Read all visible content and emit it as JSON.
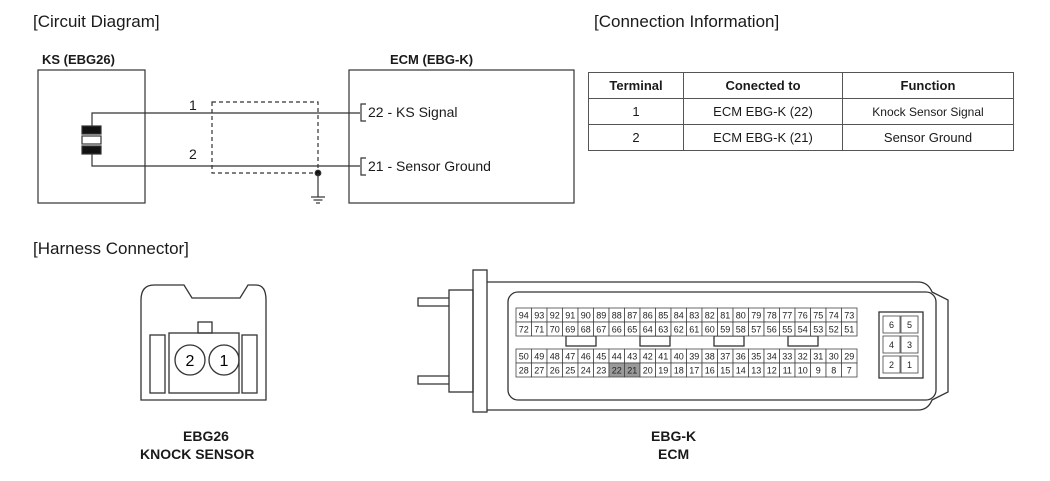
{
  "sections": {
    "circuit": "[Circuit Diagram]",
    "connection": "[Connection Information]",
    "harness": "[Harness Connector]"
  },
  "circuit": {
    "ks_label": "KS (EBG26)",
    "ecm_label": "ECM (EBG-K)",
    "pin1": "1",
    "pin2": "2",
    "ecm_terminal_22": "22 - KS Signal",
    "ecm_terminal_21": "21 - Sensor Ground"
  },
  "table": {
    "headers": [
      "Terminal",
      "Conected to",
      "Function"
    ],
    "rows": [
      [
        "1",
        "ECM EBG-K (22)",
        "Knock Sensor Signal"
      ],
      [
        "2",
        "ECM EBG-K (21)",
        "Sensor Ground"
      ]
    ]
  },
  "harness": {
    "ks_pins": [
      "2",
      "1"
    ],
    "ks_code": "EBG26",
    "ks_name": "KNOCK SENSOR",
    "ecm_code": "EBG-K",
    "ecm_name": "ECM",
    "ecm_rows": [
      [
        "94",
        "93",
        "92",
        "91",
        "90",
        "89",
        "88",
        "87",
        "86",
        "85",
        "84",
        "83",
        "82",
        "81",
        "80",
        "79",
        "78",
        "77",
        "76",
        "75",
        "74",
        "73"
      ],
      [
        "72",
        "71",
        "70",
        "69",
        "68",
        "67",
        "66",
        "65",
        "64",
        "63",
        "62",
        "61",
        "60",
        "59",
        "58",
        "57",
        "56",
        "55",
        "54",
        "53",
        "52",
        "51"
      ],
      [
        "50",
        "49",
        "48",
        "47",
        "46",
        "45",
        "44",
        "43",
        "42",
        "41",
        "40",
        "39",
        "38",
        "37",
        "36",
        "35",
        "34",
        "33",
        "32",
        "31",
        "30",
        "29"
      ],
      [
        "28",
        "27",
        "26",
        "25",
        "24",
        "23",
        "22",
        "21",
        "20",
        "19",
        "18",
        "17",
        "16",
        "15",
        "14",
        "13",
        "12",
        "11",
        "10",
        "9",
        "8",
        "7"
      ]
    ],
    "ecm_highlight": [
      "22",
      "21"
    ],
    "ecm_side": [
      [
        "6",
        "5"
      ],
      [
        "4",
        "3"
      ],
      [
        "2",
        "1"
      ]
    ],
    "highlight_color": "#9a9a9a"
  }
}
